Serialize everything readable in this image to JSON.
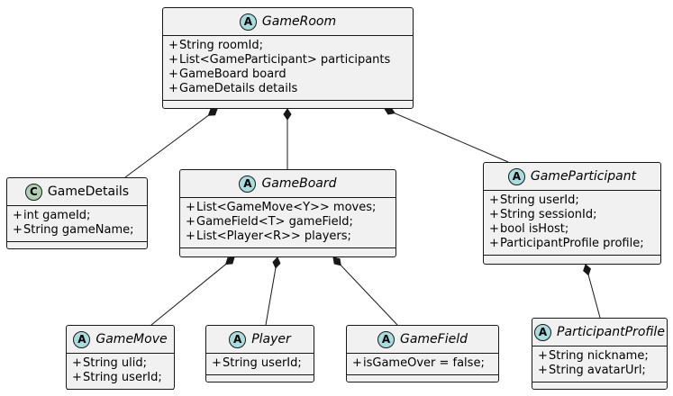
{
  "classes": {
    "gameroom": {
      "name": "GameRoom",
      "stereotype": "A",
      "abstract": true,
      "attributes": [
        "String roomId;",
        "List<GameParticipant> participants",
        "GameBoard board",
        "GameDetails details"
      ]
    },
    "gamedetails": {
      "name": "GameDetails",
      "stereotype": "C",
      "abstract": false,
      "attributes": [
        "int gameId;",
        "String gameName;"
      ]
    },
    "gameboard": {
      "name": "GameBoard",
      "stereotype": "A",
      "abstract": true,
      "attributes": [
        "List<GameMove<Y>> moves;",
        "GameField<T> gameField;",
        "List<Player<R>> players;"
      ]
    },
    "gameparticipant": {
      "name": "GameParticipant",
      "stereotype": "A",
      "abstract": true,
      "attributes": [
        "String userId;",
        "String sessionId;",
        "bool isHost;",
        "ParticipantProfile profile;"
      ]
    },
    "gamemove": {
      "name": "GameMove",
      "stereotype": "A",
      "abstract": true,
      "attributes": [
        "String ulid;",
        "String userId;"
      ]
    },
    "player": {
      "name": "Player",
      "stereotype": "A",
      "abstract": true,
      "attributes": [
        "String userId;"
      ]
    },
    "gamefield": {
      "name": "GameField",
      "stereotype": "A",
      "abstract": true,
      "attributes": [
        "isGameOver = false;"
      ]
    },
    "participantprofile": {
      "name": "ParticipantProfile",
      "stereotype": "A",
      "abstract": true,
      "attributes": [
        "String nickname;",
        "String avatarUrl;"
      ]
    }
  },
  "visibility_marker": "+",
  "relations": [
    {
      "type": "composition",
      "from": "gameroom",
      "to": "gamedetails"
    },
    {
      "type": "composition",
      "from": "gameroom",
      "to": "gameboard"
    },
    {
      "type": "composition",
      "from": "gameroom",
      "to": "gameparticipant"
    },
    {
      "type": "composition",
      "from": "gameboard",
      "to": "gamemove"
    },
    {
      "type": "composition",
      "from": "gameboard",
      "to": "player"
    },
    {
      "type": "composition",
      "from": "gameboard",
      "to": "gamefield"
    },
    {
      "type": "composition",
      "from": "gameparticipant",
      "to": "participantprofile"
    }
  ],
  "colors": {
    "box_fill": "#f1f1f1",
    "border": "#181818",
    "abstract_badge": "#a9dcdf",
    "class_badge": "#add1b2"
  }
}
